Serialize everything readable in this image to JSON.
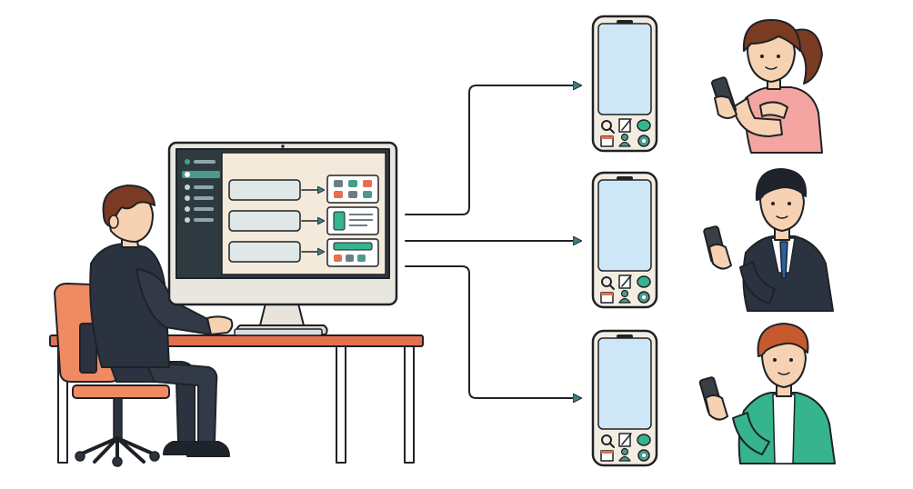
{
  "colors": {
    "outline": "#1e2226",
    "desk_top": "#e46f4f",
    "chair": "#ef8a63",
    "suit": "#2c3340",
    "skin": "#f6d2b3",
    "hair_brown": "#7a3b22",
    "hair_dark": "#1f242c",
    "hair_orange": "#c65a2e",
    "screen_blue": "#cde7f6",
    "monitor_sidebar": "#2e3a40",
    "monitor_panel": "#f4eadb",
    "accent_green": "#4c9a8c",
    "arrow_teal": "#3d7d83",
    "phone_body": "#f3ede1",
    "pink_top": "#f4a5a1",
    "green_jacket": "#35b48e",
    "tie_blue": "#2b5fa0"
  },
  "icons": {
    "phone_row1": [
      "search-icon",
      "edit-icon",
      "chat-icon"
    ],
    "phone_row2": [
      "calendar-icon",
      "user-icon",
      "gear-icon"
    ],
    "monitor_tiles": [
      "tile-grid",
      "tile-list",
      "tile-banner"
    ],
    "recipients": [
      "woman-with-phone",
      "businessman-with-phone",
      "man-in-green-jacket-with-phone"
    ]
  }
}
